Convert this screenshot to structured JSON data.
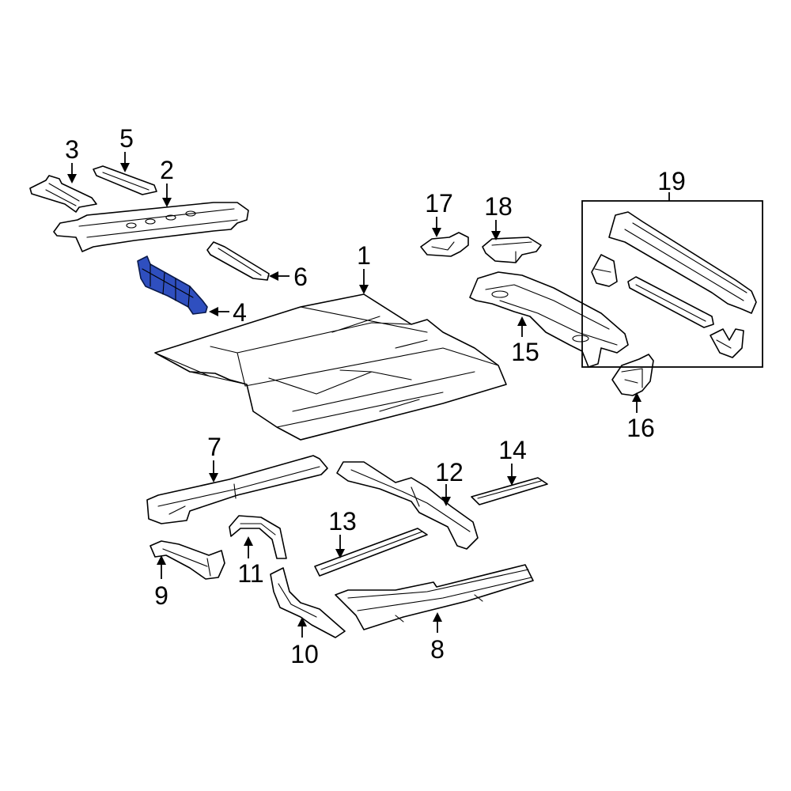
{
  "diagram": {
    "highlight_color": "#2f4fbf",
    "callouts": [
      "1",
      "2",
      "3",
      "4",
      "5",
      "6",
      "7",
      "8",
      "9",
      "10",
      "11",
      "12",
      "13",
      "14",
      "15",
      "16",
      "17",
      "18",
      "19"
    ],
    "highlighted_part": "4"
  }
}
